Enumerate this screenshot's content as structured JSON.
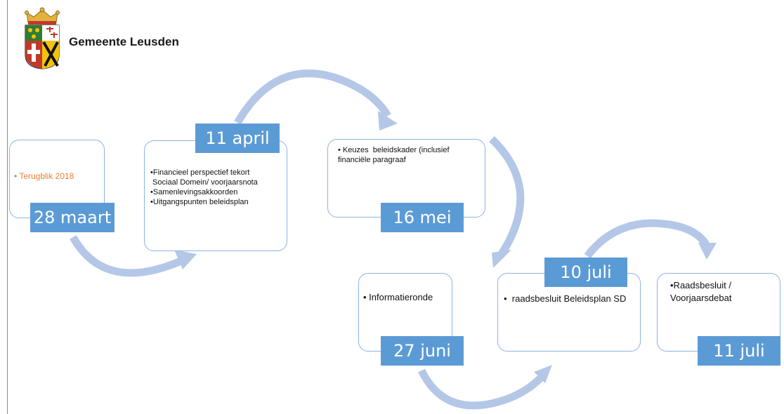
{
  "header": {
    "org_name": "Gemeente Leusden"
  },
  "steps": [
    {
      "date": "28 maart",
      "items": [
        "• Terugblik 2018"
      ]
    },
    {
      "date": "11 april",
      "items": [
        "•Financieel perspectief tekort",
        " Sociaal Domein/ voorjaarsnota",
        "•Samenlevingsakkoorden",
        "•Uitgangspunten beleidsplan"
      ]
    },
    {
      "date": "16 mei",
      "items": [
        "• Keuzes  beleidskader (inclusief",
        "financiële paragraaf"
      ]
    },
    {
      "date": "27 juni",
      "items": [
        "• Informatieronde"
      ]
    },
    {
      "date": "10 juli",
      "items": [
        "•  raadsbesluit Beleidsplan SD"
      ]
    },
    {
      "date": "11 juli",
      "items": [
        "•Raadsbesluit /",
        "Voorjaarsdebat"
      ]
    }
  ],
  "colors": {
    "accent": "#5b9bd5",
    "card_border": "#8db3e2",
    "arrow": "#b4c7e7",
    "highlight_text": "#ed7d31"
  }
}
